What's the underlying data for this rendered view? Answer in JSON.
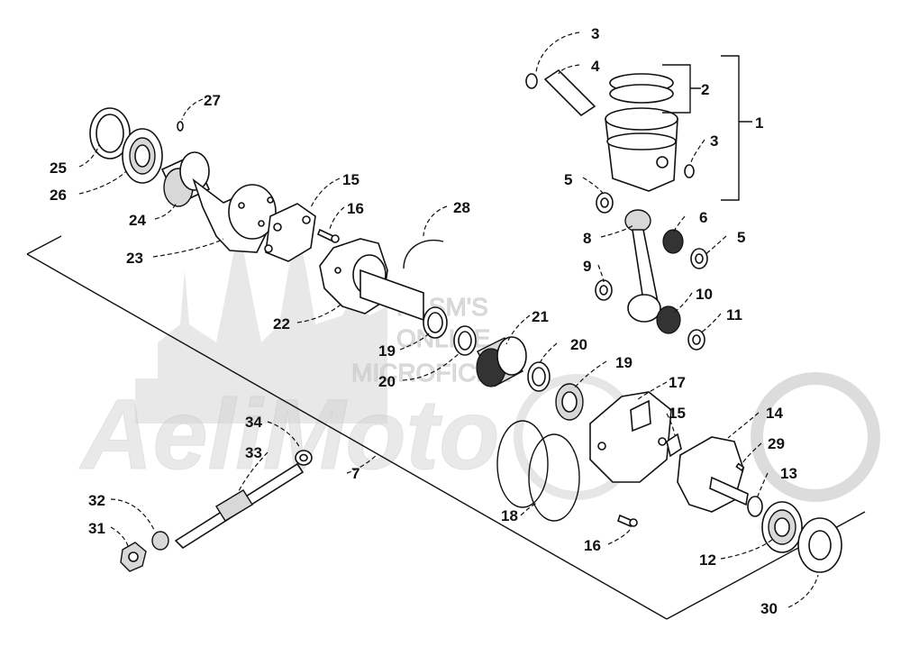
{
  "diagram": {
    "watermark": {
      "line1": "HLSM'S",
      "line2": "ONLINE",
      "line3": "MICROFICHE",
      "brand": "AeliMoto"
    },
    "callouts": [
      {
        "id": "c1",
        "text": "1"
      },
      {
        "id": "c2",
        "text": "2"
      },
      {
        "id": "c3a",
        "text": "3"
      },
      {
        "id": "c3b",
        "text": "3"
      },
      {
        "id": "c4",
        "text": "4"
      },
      {
        "id": "c5a",
        "text": "5"
      },
      {
        "id": "c5b",
        "text": "5"
      },
      {
        "id": "c6",
        "text": "6"
      },
      {
        "id": "c7",
        "text": "7"
      },
      {
        "id": "c8",
        "text": "8"
      },
      {
        "id": "c9",
        "text": "9"
      },
      {
        "id": "c10",
        "text": "10"
      },
      {
        "id": "c11",
        "text": "11"
      },
      {
        "id": "c12",
        "text": "12"
      },
      {
        "id": "c13",
        "text": "13"
      },
      {
        "id": "c14",
        "text": "14"
      },
      {
        "id": "c15a",
        "text": "15"
      },
      {
        "id": "c15b",
        "text": "15"
      },
      {
        "id": "c16a",
        "text": "16"
      },
      {
        "id": "c16b",
        "text": "16"
      },
      {
        "id": "c17",
        "text": "17"
      },
      {
        "id": "c18",
        "text": "18"
      },
      {
        "id": "c19a",
        "text": "19"
      },
      {
        "id": "c19b",
        "text": "19"
      },
      {
        "id": "c20a",
        "text": "20"
      },
      {
        "id": "c20b",
        "text": "20"
      },
      {
        "id": "c21",
        "text": "21"
      },
      {
        "id": "c22",
        "text": "22"
      },
      {
        "id": "c23",
        "text": "23"
      },
      {
        "id": "c24",
        "text": "24"
      },
      {
        "id": "c25",
        "text": "25"
      },
      {
        "id": "c26",
        "text": "26"
      },
      {
        "id": "c27",
        "text": "27"
      },
      {
        "id": "c28",
        "text": "28"
      },
      {
        "id": "c29",
        "text": "29"
      },
      {
        "id": "c30",
        "text": "30"
      },
      {
        "id": "c31",
        "text": "31"
      },
      {
        "id": "c32",
        "text": "32"
      },
      {
        "id": "c33",
        "text": "33"
      },
      {
        "id": "c34",
        "text": "34"
      }
    ]
  }
}
